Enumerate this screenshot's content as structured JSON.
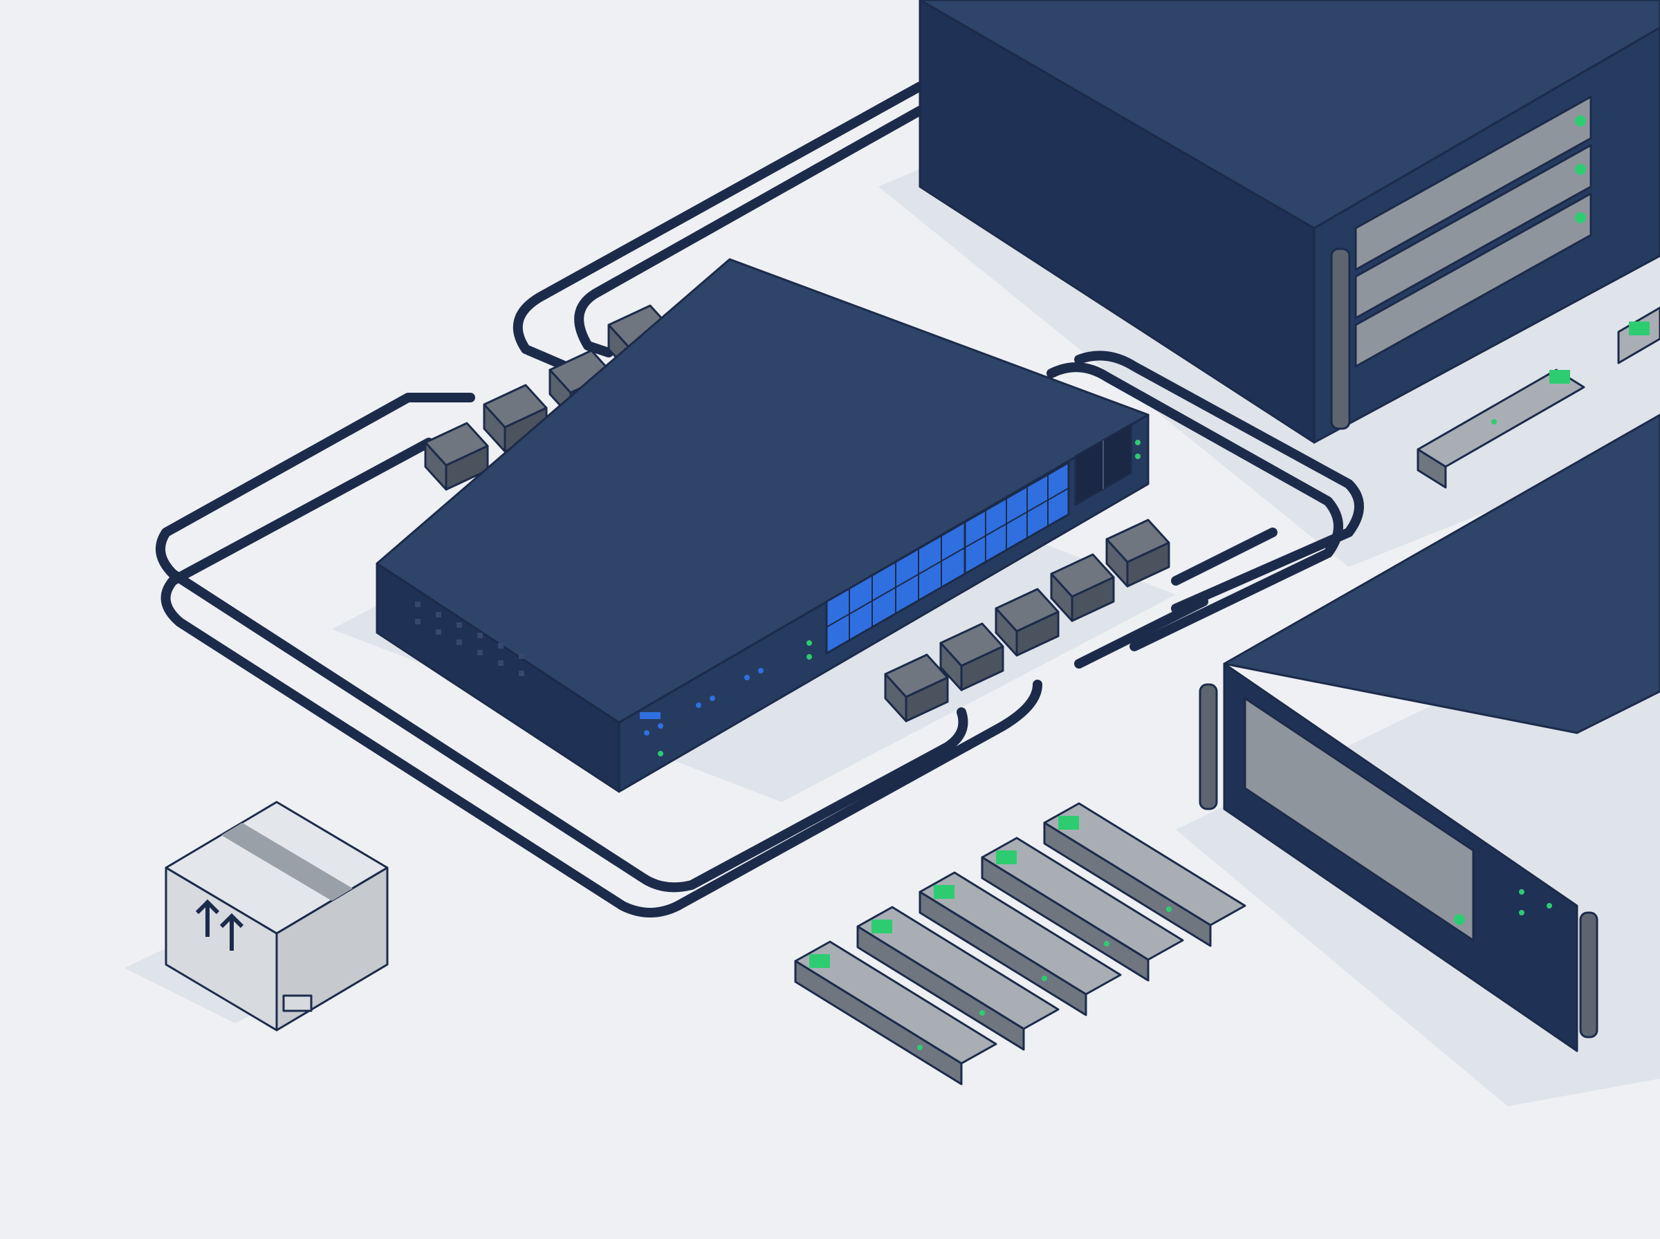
{
  "scene": {
    "description_kind": "isometric network hardware illustration",
    "objects": {
      "network_switch": {
        "rj45_ports": 24,
        "sfp_ports": 2
      },
      "server_top_right": {
        "drive_bays": 3
      },
      "server_bottom_right": {
        "drive_bays": 1
      },
      "patch_cables": {
        "count": 10
      },
      "sfp_transceivers": {
        "count": 8
      },
      "shipping_box": {
        "icon": "this-side-up-arrows-icon"
      }
    }
  },
  "colors": {
    "background": "#eef0f4",
    "chassis_top": "#2e4468",
    "chassis_front": "#1f3154",
    "chassis_side": "#263b60",
    "outline": "#1c2b4a",
    "port_blue": "#2f6fe0",
    "led_green": "#2ecc71",
    "module_grey": "#8f959c",
    "box_grey": "#d7dade"
  }
}
